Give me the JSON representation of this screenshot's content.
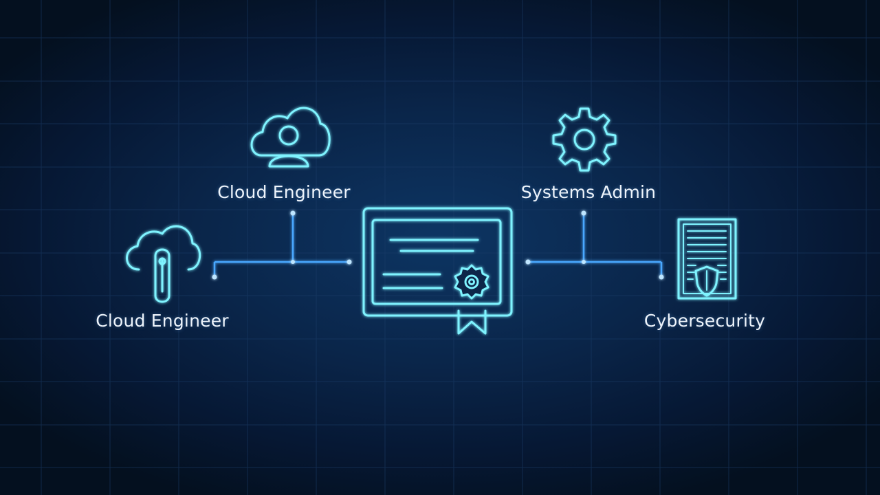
{
  "nodes": {
    "cloud_engineer_top": {
      "label": "Cloud Engineer",
      "icon": "cloud-user-icon"
    },
    "systems_admin": {
      "label": "Systems Admin",
      "icon": "gear-icon"
    },
    "cloud_engineer_left": {
      "label": "Cloud Engineer",
      "icon": "cloud-thermometer-icon"
    },
    "cybersecurity": {
      "label": "Cybersecurity",
      "icon": "server-shield-icon"
    },
    "center": {
      "icon": "certificate-icon"
    }
  },
  "colors": {
    "background": "#0a2549",
    "icon_stroke": "#7ff3ff",
    "connector": "#4aa8ff",
    "label_text": "#eef4fb"
  }
}
